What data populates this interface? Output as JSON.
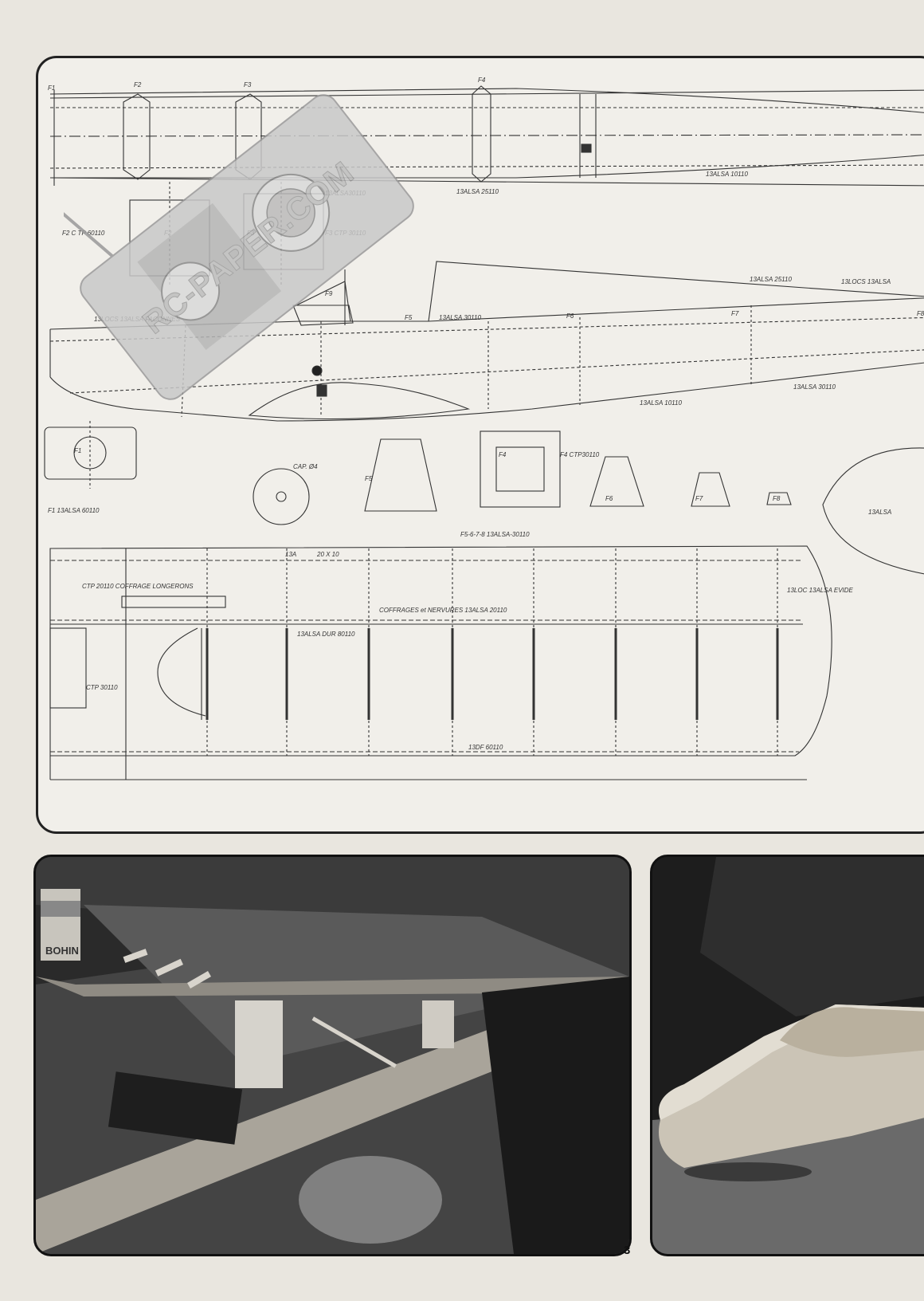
{
  "watermark": {
    "text": "RC-PAPER.COM"
  },
  "page": {
    "number": "3"
  },
  "plan": {
    "former_labels": {
      "f1": "F1",
      "f2": "F2",
      "f3": "F3",
      "f4": "F4",
      "f5": "F5",
      "f6": "F6",
      "f7": "F7",
      "f8": "F8",
      "f9": "F9"
    },
    "top_view": {
      "balsa_30_10": "13ALSA30110",
      "balsa_25_10": "13ALSA 25110",
      "balsa_10_10": "13ALSA 10110",
      "f2_ctp": "F2 C TP 60110",
      "f3_ctp": "F3 CTP 30110"
    },
    "side_view": {
      "blocs_faconnes": "13LOCS 13ALSA FACONNES",
      "balsa_30_10": "13ALSA 30110",
      "balsa_25_10": "13ALSA 25110",
      "blocs_balsa": "13LOCS 13ALSA",
      "balsa_10_10": "13ALSA 10110",
      "balsa_30_10_b": "13ALSA 30110"
    },
    "formers": {
      "f1_balsa": "F1 13ALSA 60110",
      "cap": "CAP. Ø4",
      "f4_ctp": "F4 CTP30110",
      "f5_8_balsa": "F5-6-7-8 13ALSA-30110",
      "balsa_partial": "13ALSA"
    },
    "wing": {
      "spar": "13A",
      "spar_size": "20 X 10",
      "ctp_coffrage": "CTP 20110 COFFRAGE LONGERONS",
      "coffrages_nervures": "COFFRAGES et NERVURES 13ALSA 20110",
      "balsa_dur": "13ALSA DUR 80110",
      "ctp_30_10": "CTP 30110",
      "bloc_vide": "13LOC 13ALSA EVIDE",
      "bdf": "13DF 60110"
    }
  },
  "photos": {
    "left": {
      "box_label": "BOHIN"
    }
  }
}
